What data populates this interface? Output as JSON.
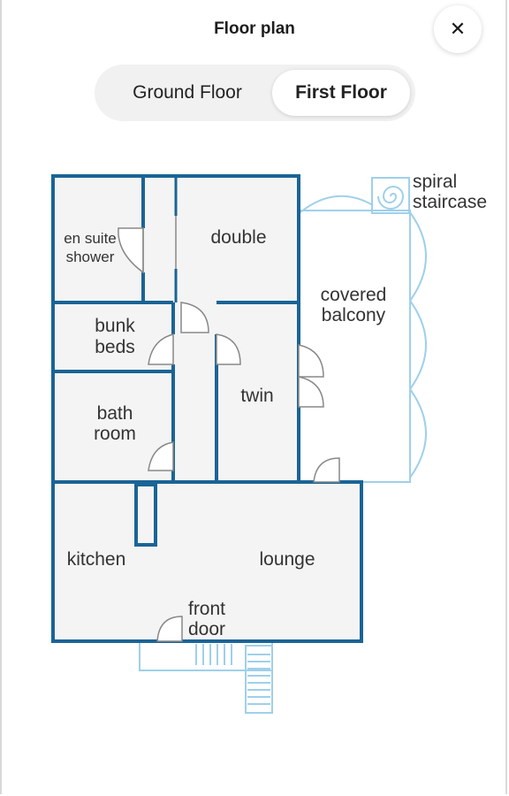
{
  "header": {
    "title": "Floor plan",
    "close_icon": "close-icon",
    "close_glyph": "✕"
  },
  "tabs": {
    "items": [
      {
        "label": "Ground Floor",
        "selected": false
      },
      {
        "label": "First Floor",
        "selected": true
      }
    ]
  },
  "plan": {
    "rooms": {
      "en_suite_line1": "en suite",
      "en_suite_line2": "shower",
      "double": "double",
      "bunk_line1": "bunk",
      "bunk_line2": "beds",
      "bath_line1": "bath",
      "bath_line2": "room",
      "twin": "twin",
      "balcony_line1": "covered",
      "balcony_line2": "balcony",
      "kitchen": "kitchen",
      "lounge": "lounge",
      "front_door_line1": "front",
      "front_door_line2": "door",
      "spiral_line1": "spiral",
      "spiral_line2": "staircase"
    },
    "colors": {
      "wall": "#1a6496",
      "light": "#9fd0ea",
      "floor": "#f4f4f4",
      "door": "#888888"
    }
  }
}
